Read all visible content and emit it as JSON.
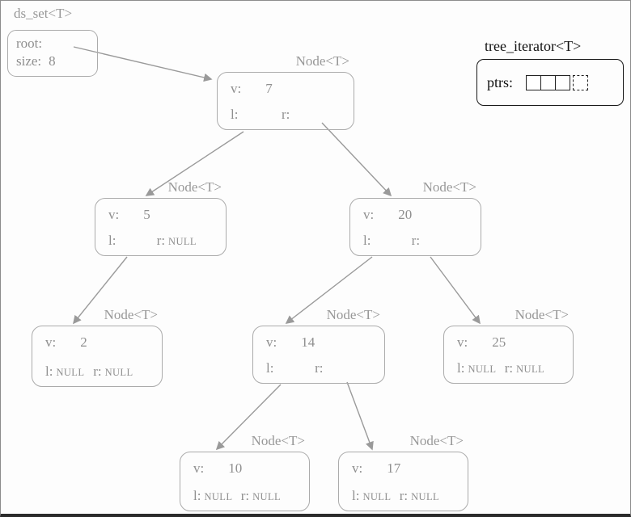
{
  "colors": {
    "edge": "#9a9a9a",
    "node_border": "#ababab",
    "node_text": "#8f8f8f",
    "iterator_text": "#111111"
  },
  "set_box": {
    "title": "ds_set<T>",
    "root_label": "root:",
    "size_label": "size:",
    "size_value": "8"
  },
  "iterator": {
    "title": "tree_iterator<T>",
    "ptrs_label": "ptrs:",
    "cell_count": 4
  },
  "nodes": {
    "n7": {
      "title": "Node<T>",
      "v_label": "v:",
      "v": "7",
      "l_label": "l:",
      "l": "",
      "r_label": "r:",
      "r": ""
    },
    "n5": {
      "title": "Node<T>",
      "v_label": "v:",
      "v": "5",
      "l_label": "l:",
      "l": "",
      "r_label": "r:",
      "r": "NULL"
    },
    "n20": {
      "title": "Node<T>",
      "v_label": "v:",
      "v": "20",
      "l_label": "l:",
      "l": "",
      "r_label": "r:",
      "r": ""
    },
    "n2": {
      "title": "Node<T>",
      "v_label": "v:",
      "v": "2",
      "l_label": "l:",
      "l": "NULL",
      "r_label": "r:",
      "r": "NULL"
    },
    "n14": {
      "title": "Node<T>",
      "v_label": "v:",
      "v": "14",
      "l_label": "l:",
      "l": "",
      "r_label": "r:",
      "r": ""
    },
    "n25": {
      "title": "Node<T>",
      "v_label": "v:",
      "v": "25",
      "l_label": "l:",
      "l": "NULL",
      "r_label": "r:",
      "r": "NULL"
    },
    "n10": {
      "title": "Node<T>",
      "v_label": "v:",
      "v": "10",
      "l_label": "l:",
      "l": "NULL",
      "r_label": "r:",
      "r": "NULL"
    },
    "n17": {
      "title": "Node<T>",
      "v_label": "v:",
      "v": "17",
      "l_label": "l:",
      "l": "NULL",
      "r_label": "r:",
      "r": "NULL"
    }
  },
  "tree_structure": {
    "root_value": 7,
    "size": 8,
    "edges": [
      [
        "root",
        7
      ],
      [
        7,
        "left",
        5
      ],
      [
        7,
        "right",
        20
      ],
      [
        5,
        "left",
        2
      ],
      [
        20,
        "left",
        14
      ],
      [
        20,
        "right",
        25
      ],
      [
        14,
        "left",
        10
      ],
      [
        14,
        "right",
        17
      ]
    ]
  }
}
